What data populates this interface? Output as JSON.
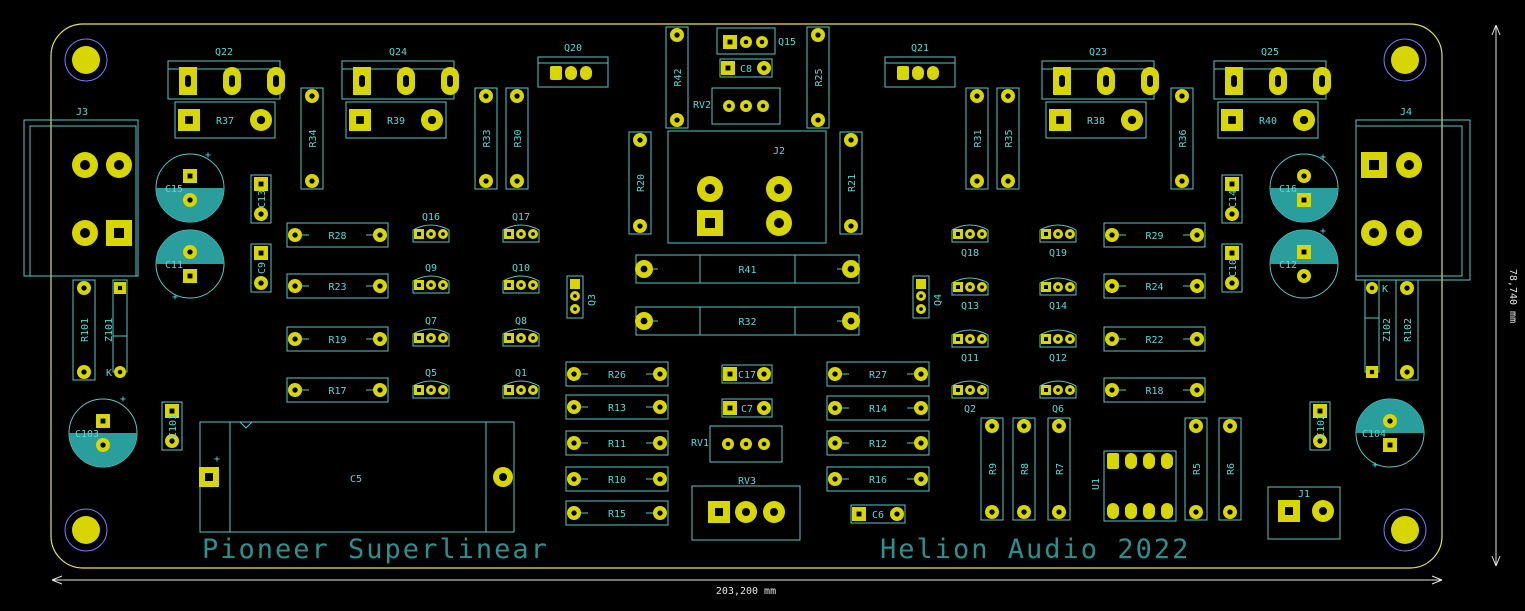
{
  "board": {
    "width_label": "203,200 mm",
    "height_label": "78,740 mm",
    "left_text": "Pioneer Superlinear",
    "right_text": "Helion Audio 2022"
  },
  "colors": {
    "background": "#000000",
    "edge": "#e5e05a",
    "pad": "#d8d600",
    "silkscreen": "#59d9d9",
    "copper_fill": "#2a9d9d",
    "dimension": "#e6e6e6"
  },
  "labels": {
    "Q22": "Q22",
    "Q24": "Q24",
    "Q20": "Q20",
    "Q15": "Q15",
    "Q21": "Q21",
    "Q23": "Q23",
    "Q25": "Q25",
    "R37": "R37",
    "R39": "R39",
    "R34": "R34",
    "R33": "R33",
    "R30": "R30",
    "R42": "R42",
    "C8": "C8",
    "R25": "R25",
    "RV2": "RV2",
    "R31": "R31",
    "R35": "R35",
    "R38": "R38",
    "R36": "R36",
    "R40": "R40",
    "J3": "J3",
    "J4": "J4",
    "J2": "J2",
    "R20": "R20",
    "R21": "R21",
    "C15": "C15",
    "C13": "C13",
    "C16": "C16",
    "C14": "C14",
    "C11": "C11",
    "C9": "C9",
    "C12": "C12",
    "C10": "C10",
    "R28": "R28",
    "Q16": "Q16",
    "Q17": "Q17",
    "R29": "R29",
    "Q18": "Q18",
    "Q19": "Q19",
    "R23": "R23",
    "Q9": "Q9",
    "Q10": "Q10",
    "R41": "R41",
    "R24": "R24",
    "Q13": "Q13",
    "Q14": "Q14",
    "Q3": "Q3",
    "Q4": "Q4",
    "R32": "R32",
    "R19": "R19",
    "Q7": "Q7",
    "Q8": "Q8",
    "R22": "R22",
    "Q11": "Q11",
    "Q12": "Q12",
    "R101": "R101",
    "Z101": "Z101",
    "R102": "R102",
    "Z102": "Z102",
    "R17": "R17",
    "Q5": "Q5",
    "Q1": "Q1",
    "R26": "R26",
    "C17": "C17",
    "R27": "R27",
    "R18": "R18",
    "Q2": "Q2",
    "Q6": "Q6",
    "R13": "R13",
    "C7": "C7",
    "R14": "R14",
    "C103": "C103",
    "C104": "C104",
    "C101": "C101",
    "C102": "C102",
    "C5": "C5",
    "R11": "R11",
    "RV1": "RV1",
    "R12": "R12",
    "R9": "R9",
    "R8": "R8",
    "R7": "R7",
    "U1": "U1",
    "R5": "R5",
    "R6": "R6",
    "R10": "R10",
    "R16": "R16",
    "RV3": "RV3",
    "J1": "J1",
    "R15": "R15",
    "C6": "C6",
    "K1": "K",
    "K2": "K"
  }
}
